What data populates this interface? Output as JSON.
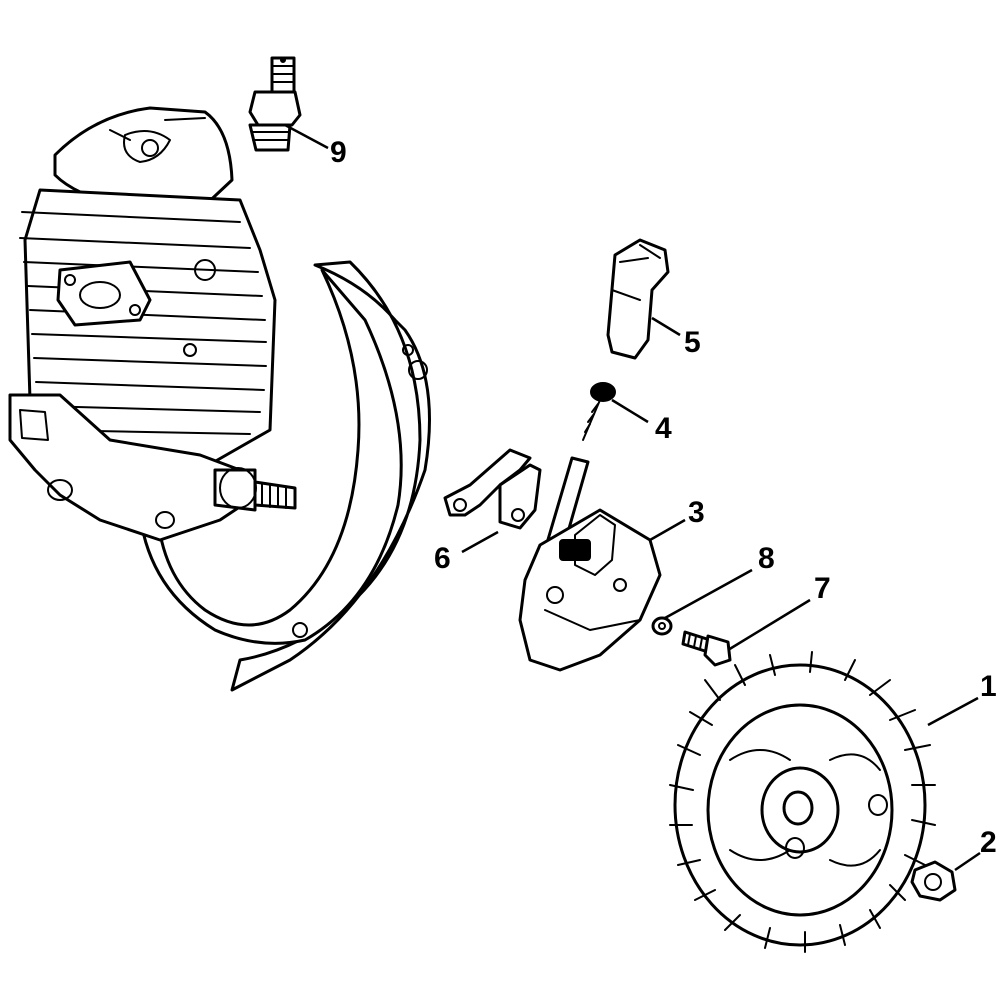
{
  "callouts": [
    {
      "id": "1",
      "label": "1",
      "part": "flywheel"
    },
    {
      "id": "2",
      "label": "2",
      "part": "nut"
    },
    {
      "id": "3",
      "label": "3",
      "part": "ignition-module"
    },
    {
      "id": "4",
      "label": "4",
      "part": "spring"
    },
    {
      "id": "5",
      "label": "5",
      "part": "spark-plug-boot"
    },
    {
      "id": "6",
      "label": "6",
      "part": "short-circuit-wire"
    },
    {
      "id": "7",
      "label": "7",
      "part": "screw"
    },
    {
      "id": "8",
      "label": "8",
      "part": "washer"
    },
    {
      "id": "9",
      "label": "9",
      "part": "spark-plug"
    }
  ],
  "colors": {
    "line": "#000000",
    "background": "#ffffff"
  }
}
